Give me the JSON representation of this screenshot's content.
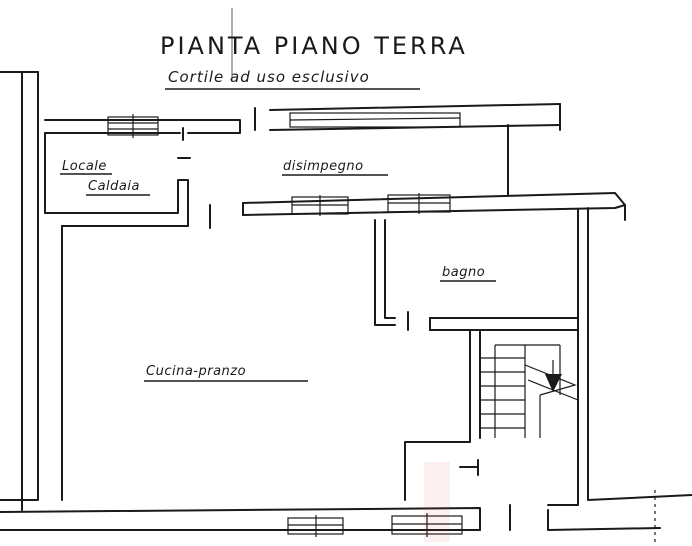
{
  "plan": {
    "title": "PIANTA PIANO TERRA",
    "subtitle": "Cortile ad uso esclusivo",
    "rooms": {
      "locale": "Locale",
      "caldaia": "Caldaia",
      "disimpegno": "disimpegno",
      "bagno": "bagno",
      "cucina_pranzo": "Cucina-pranzo"
    }
  }
}
